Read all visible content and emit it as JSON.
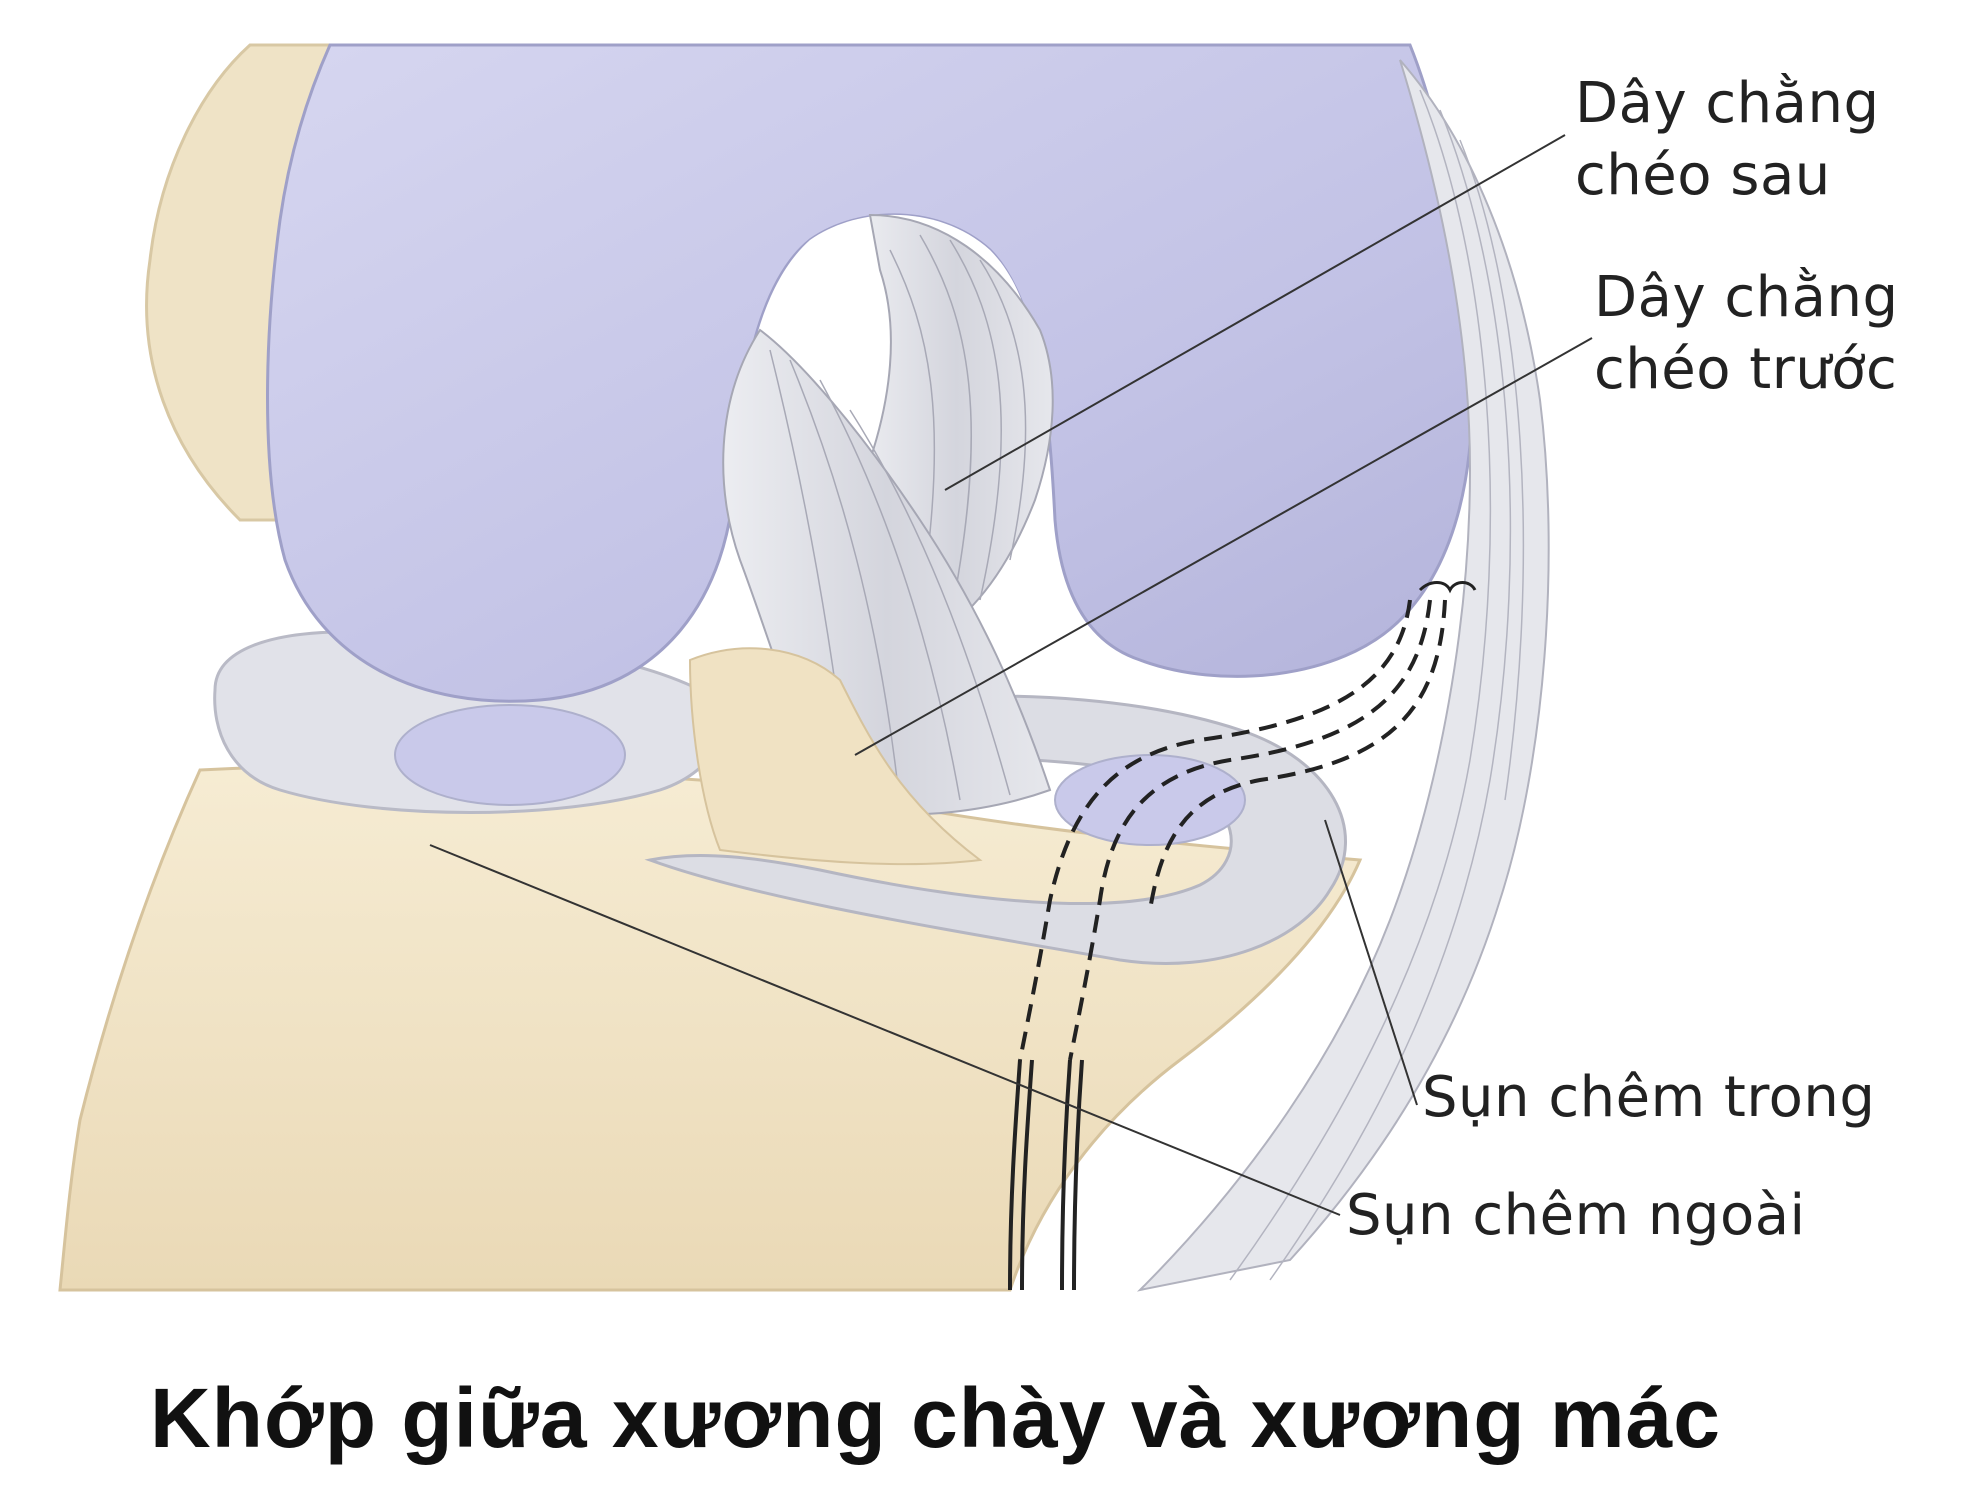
{
  "labels": {
    "posterior_cruciate": "Dây chằng\nchéo sau",
    "anterior_cruciate": "Dây chằng\nchéo trước",
    "medial_meniscus": "Sụn chêm trong",
    "lateral_meniscus": "Sụn chêm ngoài"
  },
  "caption": "Khớp giữa xương chày và xương mác",
  "colors": {
    "femur": "#c6c6ea",
    "tibia": "#f2e6cb",
    "ligament": "#dcdde4",
    "meniscus": "#dadbe3",
    "leader_line": "#333333"
  }
}
